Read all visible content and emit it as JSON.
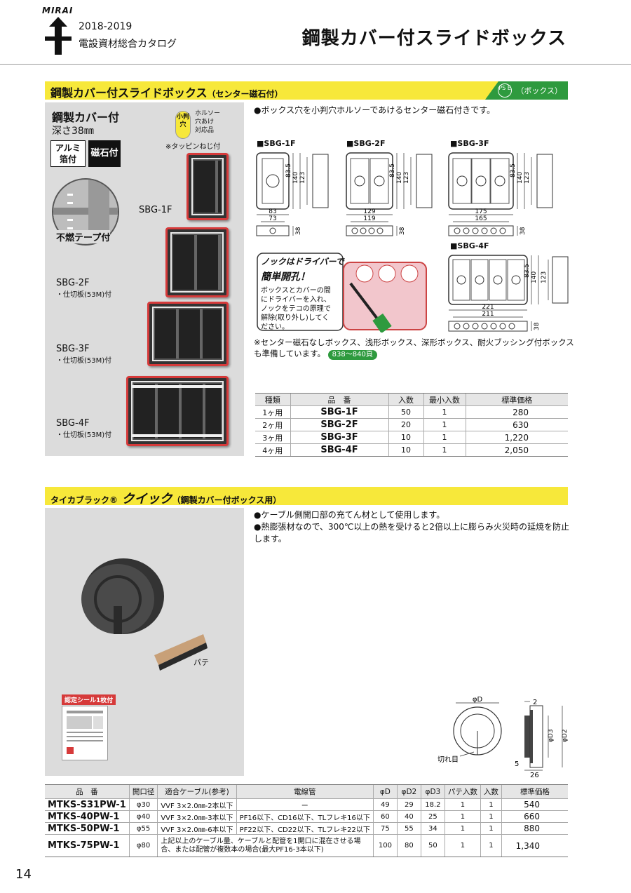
{
  "header": {
    "brand": "MIRAI",
    "year": "2018-2019",
    "catalog": "電設資材総合カタログ",
    "page_title": "鋼製カバー付スライドボックス"
  },
  "section1": {
    "title": "鋼製カバー付スライドボックス",
    "subtitle": "（センター磁石付）",
    "pse_mark": "PS E",
    "pse_label": "（ボックス）",
    "panel": {
      "title": "鋼製カバー付",
      "depth": "深さ38㎜",
      "tag_alu_line1": "アルミ",
      "tag_alu_line2": "箔付",
      "tag_magnet": "磁石付",
      "hole_badge": "小判穴",
      "hole_text_1": "ホルソー",
      "hole_text_2": "穴あけ",
      "hole_text_3": "対応品",
      "tappin_note": "※タッピンねじ付",
      "tape_label": "不燃テープ付",
      "labels": [
        {
          "code": "SBG-1F",
          "sub": ""
        },
        {
          "code": "SBG-2F",
          "sub": "・仕切板(53M)付"
        },
        {
          "code": "SBG-3F",
          "sub": "・仕切板(53M)付"
        },
        {
          "code": "SBG-4F",
          "sub": "・仕切板(53M)付"
        }
      ]
    },
    "feature": "●ボックス穴を小判穴ホルソーであけるセンター磁石付きです。",
    "diagrams": [
      {
        "label": "■SBG-1F",
        "w1": "83",
        "w2": "73",
        "h1": "83.5",
        "h2": "140",
        "h3": "123",
        "d": "38"
      },
      {
        "label": "■SBG-2F",
        "w1": "129",
        "w2": "119",
        "h1": "83.5",
        "h2": "140",
        "h3": "123",
        "d": "38"
      },
      {
        "label": "■SBG-3F",
        "w1": "175",
        "w2": "165",
        "h1": "83.5",
        "h2": "140",
        "h3": "123",
        "d": "38"
      },
      {
        "label": "■SBG-4F",
        "w1": "221",
        "w2": "211",
        "h1": "83.5",
        "h2": "140",
        "h3": "123",
        "d": "38"
      }
    ],
    "nock": {
      "title_line1": "ノックはドライバーで",
      "title_line2": "簡単開孔！",
      "body": "ボックスとカバーの間にドライバーを入れ、ノックをテコの原理で解除(取り外し)してください。"
    },
    "star_note": "※センター磁石なしボックス、浅形ボックス、深形ボックス、耐火ブッシング付ボックスも準備しています。",
    "ref_pages": "838～840頁",
    "table": {
      "headers": [
        "種類",
        "品　番",
        "入数",
        "最小入数",
        "標準価格"
      ],
      "rows": [
        {
          "type": "1ヶ用",
          "code": "SBG-1F",
          "qty": "50",
          "min": "1",
          "price": "280"
        },
        {
          "type": "2ヶ用",
          "code": "SBG-2F",
          "qty": "20",
          "min": "1",
          "price": "630"
        },
        {
          "type": "3ヶ用",
          "code": "SBG-3F",
          "qty": "10",
          "min": "1",
          "price": "1,220"
        },
        {
          "type": "4ヶ用",
          "code": "SBG-4F",
          "qty": "10",
          "min": "1",
          "price": "2,050"
        }
      ]
    }
  },
  "section2": {
    "brand": "タイカブラック®",
    "title": "クイック",
    "subtitle": "（鋼製カバー付ボックス用）",
    "feature_1": "●ケーブル側開口部の充てん材として使用します。",
    "feature_2": "●熱膨張材なので、300℃以上の熱を受けると2倍以上に膨らみ火災時の延焼を防止します。",
    "pate_label": "パテ",
    "cert_label": "認定シール1枚付",
    "diagram": {
      "phi_d": "φD",
      "phi_d2": "φD2",
      "phi_d3": "φD3",
      "cut_label": "切れ目",
      "dim_2": "2",
      "dim_5": "5",
      "dim_26": "26"
    },
    "table": {
      "headers": [
        "品　番",
        "開口径",
        "適合ケーブル(参考)",
        "電線管",
        "φD",
        "φD2",
        "φD3",
        "パテ入数",
        "入数",
        "標準価格"
      ],
      "rows": [
        {
          "code": "MTKS-S31PW-1",
          "open": "φ30",
          "cable": "VVF 3×2.0㎜-2本以下",
          "conduit": "ー",
          "d": "49",
          "d2": "29",
          "d3": "18.2",
          "pate": "1",
          "qty": "1",
          "price": "540"
        },
        {
          "code": "MTKS-40PW-1",
          "open": "φ40",
          "cable": "VVF 3×2.0㎜-3本以下",
          "conduit": "PF16以下、CD16以下、TLフレキ16以下",
          "d": "60",
          "d2": "40",
          "d3": "25",
          "pate": "1",
          "qty": "1",
          "price": "660"
        },
        {
          "code": "MTKS-50PW-1",
          "open": "φ55",
          "cable": "VVF 3×2.0㎜-6本以下",
          "conduit": "PF22以下、CD22以下、TLフレキ22以下",
          "d": "75",
          "d2": "55",
          "d3": "34",
          "pate": "1",
          "qty": "1",
          "price": "880"
        },
        {
          "code": "MTKS-75PW-1",
          "open": "φ80",
          "cable": "上記以上のケーブル量、ケーブルと配管を1開口に混在させる場合、または配管が複数本の場合(最大PF16-3本以下)",
          "conduit": "",
          "d": "100",
          "d2": "80",
          "d3": "50",
          "pate": "1",
          "qty": "1",
          "price": "1,340"
        }
      ]
    }
  },
  "page_number": "14"
}
